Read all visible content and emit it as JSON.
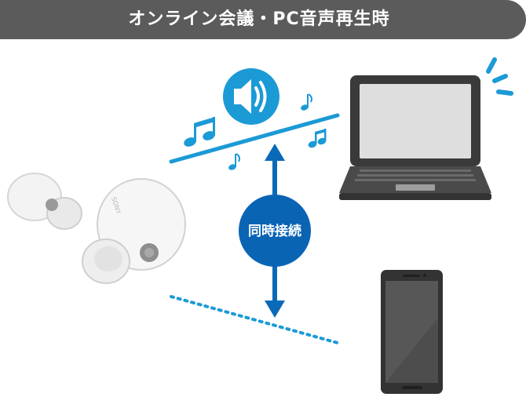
{
  "header": {
    "title": "オンライン会議・PC音声再生時"
  },
  "connection": {
    "label": "同時接続"
  },
  "icons": {
    "speaker": "speaker-volume-icon",
    "music": "music-note-icon",
    "laptop": "laptop-icon",
    "phone": "smartphone-icon",
    "earbuds": "wireless-earbuds-icon",
    "arrow": "double-arrow-icon"
  },
  "earbud_brand": "SONY",
  "colors": {
    "header_bg": "#5b5b5b",
    "accent_blue": "#1b9ad6",
    "badge_blue": "#0a64b4",
    "arrow_blue": "#0a6ab8",
    "device_dark": "#3a3a3a"
  }
}
